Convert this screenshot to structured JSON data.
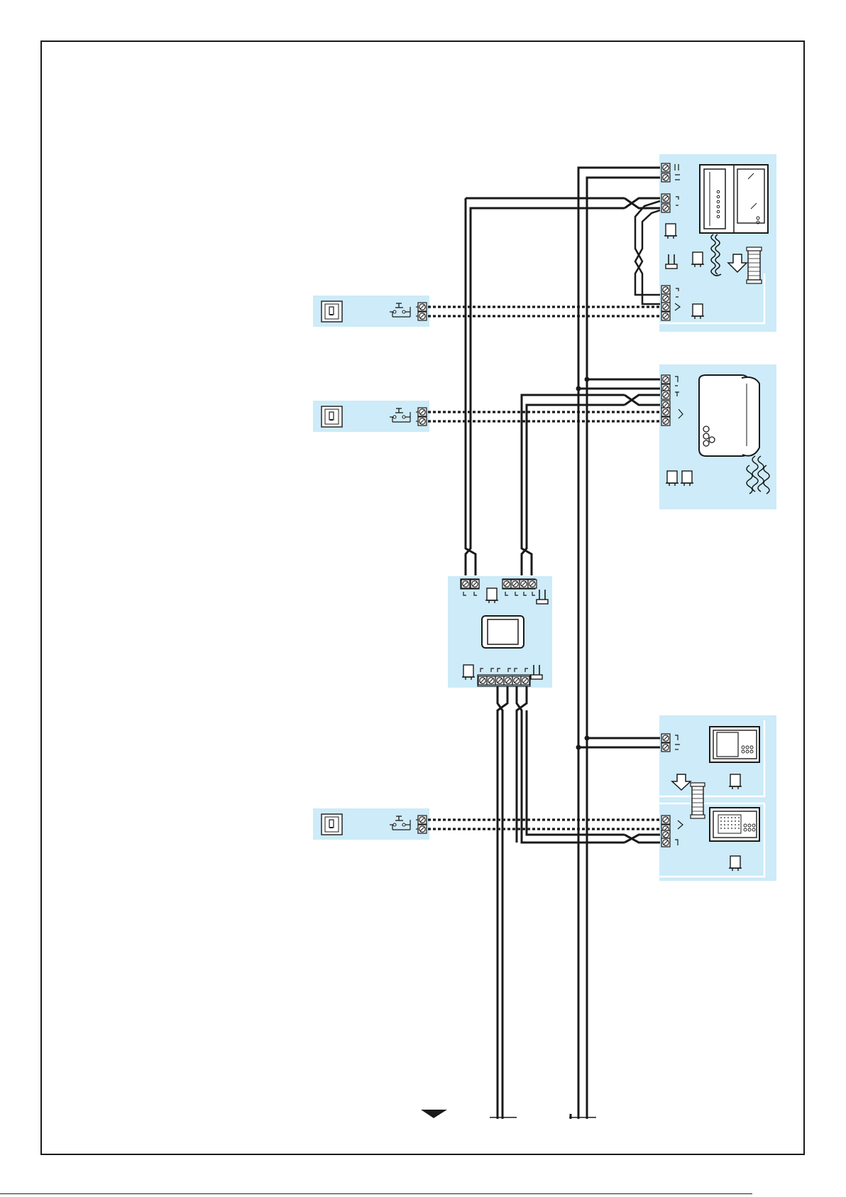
{
  "page": {
    "page_mark": ""
  },
  "colors": {
    "panel_fill": "#cdebf8",
    "line": "#1a1a1a",
    "device_fill": "#ffffff",
    "screw_fill": "#e8e8e8"
  },
  "icons": [
    "call-button-icon",
    "push-switch-icon",
    "terminal-block-icon",
    "jumper-icon",
    "handset-icon",
    "cord-icon",
    "power-supply-icon",
    "arrow-down-icon",
    "ribbon-cable-icon",
    "video-display-icon",
    "speaker-grille-icon",
    "bell-symbol-icon",
    "twisted-pair-icon",
    "riser-continues-icon"
  ],
  "devices": [
    {
      "id": "floor-button-1",
      "kind": "floor call pushbutton"
    },
    {
      "id": "floor-button-2",
      "kind": "floor call pushbutton"
    },
    {
      "id": "floor-button-3",
      "kind": "floor call pushbutton"
    },
    {
      "id": "video-handset-unit",
      "kind": "video door entry handset"
    },
    {
      "id": "audio-handset-unit",
      "kind": "audio door entry handset"
    },
    {
      "id": "interface-module",
      "kind": "system interface / distributor"
    },
    {
      "id": "hands-free-video-unit",
      "kind": "hands-free video station"
    }
  ]
}
